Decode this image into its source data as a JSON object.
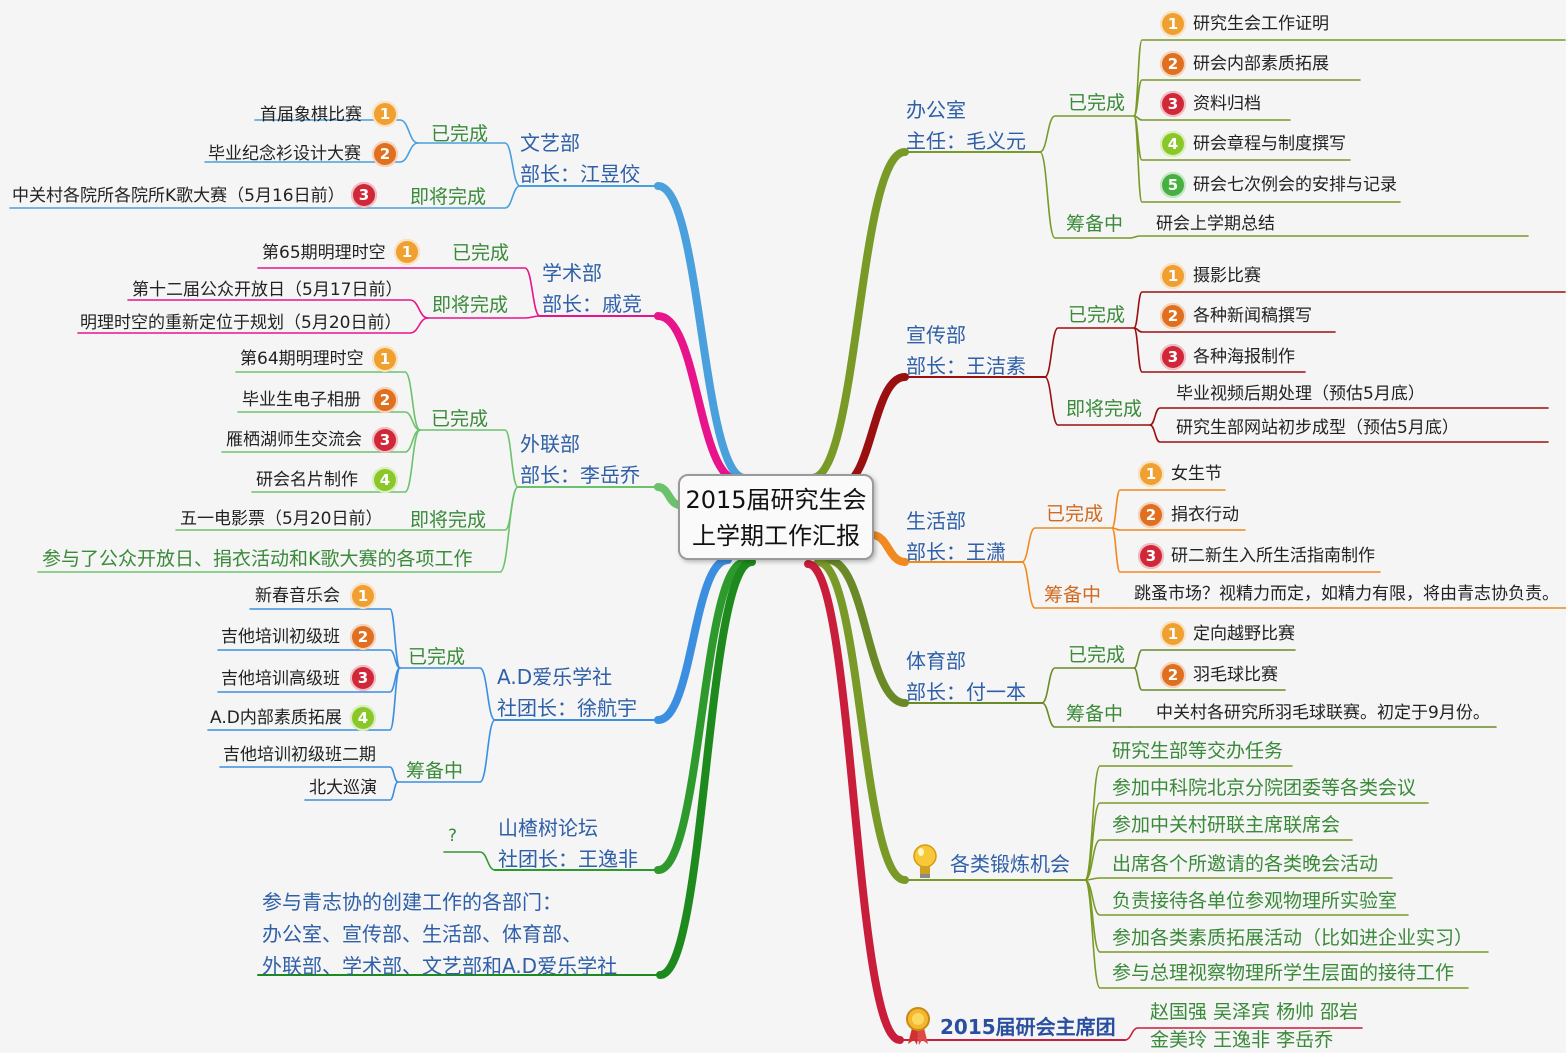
{
  "center": {
    "line1": "2015届研究生会",
    "line2": "上学期工作汇报"
  },
  "left": {
    "wenyi": {
      "name": "文艺部",
      "head": "部长：江昱佼",
      "done_label": "已完成",
      "soon_label": "即将完成",
      "done": [
        "首届象棋比赛",
        "毕业纪念衫设计大赛"
      ],
      "soon": [
        "中关村各院所各院所K歌大赛（5月16日前）"
      ]
    },
    "xueshu": {
      "name": "学术部",
      "head": "部长：戚竞",
      "done_label": "已完成",
      "soon_label": "即将完成",
      "done": [
        "第65期明理时空"
      ],
      "soon": [
        "第十二届公众开放日（5月17日前）",
        "明理时空的重新定位于规划（5月20日前）"
      ]
    },
    "wailian": {
      "name": "外联部",
      "head": "部长：李岳乔",
      "done_label": "已完成",
      "soon_label": "即将完成",
      "done": [
        "第64期明理时空",
        "毕业生电子相册",
        "雁栖湖师生交流会",
        "研会名片制作"
      ],
      "soon": [
        "五一电影票（5月20日前）"
      ],
      "extra": "参与了公众开放日、捐衣活动和K歌大赛的各项工作"
    },
    "ad": {
      "name": "A.D爱乐学社",
      "head": "社团长：徐航宇",
      "done_label": "已完成",
      "prep_label": "筹备中",
      "done": [
        "新春音乐会",
        "吉他培训初级班",
        "吉他培训高级班",
        "A.D内部素质拓展"
      ],
      "prep": [
        "吉他培训初级班二期",
        "北大巡演"
      ]
    },
    "shanzha": {
      "name": "山楂树论坛",
      "head": "社团长：王逸非",
      "mark": "?"
    },
    "qingzhi": {
      "line1": "参与青志协的创建工作的各部门：",
      "line2": "办公室、宣传部、生活部、体育部、",
      "line3": "外联部、学术部、文艺部和A.D爱乐学社"
    }
  },
  "right": {
    "office": {
      "name": "办公室",
      "head": "主任：毛义元",
      "done_label": "已完成",
      "prep_label": "筹备中",
      "done": [
        "研究生会工作证明",
        "研会内部素质拓展",
        "资料归档",
        "研会章程与制度撰写",
        "研会七次例会的安排与记录"
      ],
      "prep": [
        "研会上学期总结"
      ]
    },
    "xuanchuan": {
      "name": "宣传部",
      "head": "部长：王洁素",
      "done_label": "已完成",
      "soon_label": "即将完成",
      "done": [
        "摄影比赛",
        "各种新闻稿撰写",
        "各种海报制作"
      ],
      "soon": [
        "毕业视频后期处理（预估5月底）",
        "研究生部网站初步成型（预估5月底）"
      ]
    },
    "shenghuo": {
      "name": "生活部",
      "head": "部长：王潇",
      "done_label": "已完成",
      "prep_label": "筹备中",
      "done": [
        "女生节",
        "捐衣行动",
        "研二新生入所生活指南制作"
      ],
      "prep": [
        "跳蚤市场？视精力而定，如精力有限，将由青志协负责。"
      ]
    },
    "tiyu": {
      "name": "体育部",
      "head": "部长：付一本",
      "done_label": "已完成",
      "prep_label": "筹备中",
      "done": [
        "定向越野比赛",
        "羽毛球比赛"
      ],
      "prep": [
        "中关村各研究所羽毛球联赛。初定于9月份。"
      ]
    },
    "duanlian": {
      "name": "各类锻炼机会",
      "items": [
        "研究生部等交办任务",
        "参加中科院北京分院团委等各类会议",
        "参加中关村研联主席联席会",
        "出席各个所邀请的各类晚会活动",
        "负责接待各单位参观物理所实验室",
        "参加各类素质拓展活动（比如进企业实习）",
        "参与总理视察物理所学生层面的接待工作"
      ]
    },
    "zhuxi": {
      "name": "2015届研会主席团",
      "line1": "赵国强 吴泽宾 杨帅 邵岩",
      "line2": "金美玲 王逸非 李岳乔"
    }
  },
  "colors": {
    "wenyi": "#4aa0dc",
    "xueshu": "#e8148c",
    "wailian": "#6cc26c",
    "ad": "#3c8ee0",
    "shanzha": "#2e9a2e",
    "qingzhi": "#1e8a1e",
    "office": "#7a9a28",
    "xuanchuan": "#9a1010",
    "shenghuo": "#f08a20",
    "tiyu": "#6a8a28",
    "duanlian": "#7a9a28",
    "zhuxi": "#c81e3c"
  },
  "icons": {
    "shanzha": "question-icon",
    "duanlian": "lightbulb-icon",
    "zhuxi": "award-ribbon-icon"
  }
}
